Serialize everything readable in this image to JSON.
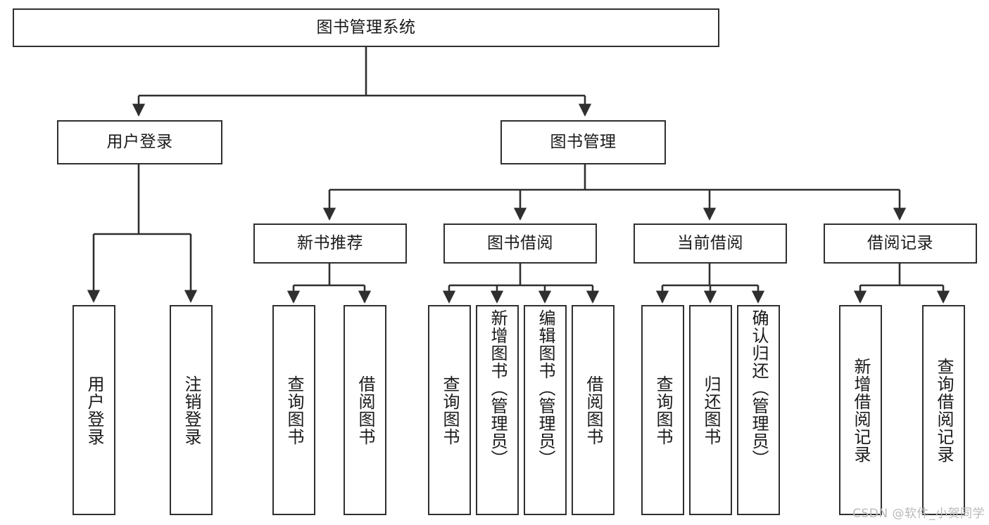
{
  "diagram": {
    "title": "图书管理系统",
    "watermark": "CSDN @软件_小贺同学",
    "root": {
      "label": "图书管理系统"
    },
    "level2": [
      {
        "label": "用户登录"
      },
      {
        "label": "图书管理"
      }
    ],
    "level3": [
      {
        "label": "新书推荐"
      },
      {
        "label": "图书借阅"
      },
      {
        "label": "当前借阅"
      },
      {
        "label": "借阅记录"
      }
    ],
    "leaves": {
      "user_login": [
        {
          "label": "用户登录"
        },
        {
          "label": "注销登录"
        }
      ],
      "new_book": [
        {
          "label": "查询图书"
        },
        {
          "label": "借阅图书"
        }
      ],
      "book_borrow": [
        {
          "label": "查询图书"
        },
        {
          "label": "新增图书（管理员）"
        },
        {
          "label": "编辑图书（管理员）"
        },
        {
          "label": "借阅图书"
        }
      ],
      "current_borrow": [
        {
          "label": "查询图书"
        },
        {
          "label": "归还图书"
        },
        {
          "label": "确认归还（管理员）"
        }
      ],
      "borrow_record": [
        {
          "label": "新增借阅记录"
        },
        {
          "label": "查询借阅记录"
        }
      ]
    },
    "colors": {
      "stroke": "#2f2f2f",
      "fill": "#ffffff",
      "text": "#1a1a1a",
      "watermark": "#b9b9b9"
    }
  }
}
